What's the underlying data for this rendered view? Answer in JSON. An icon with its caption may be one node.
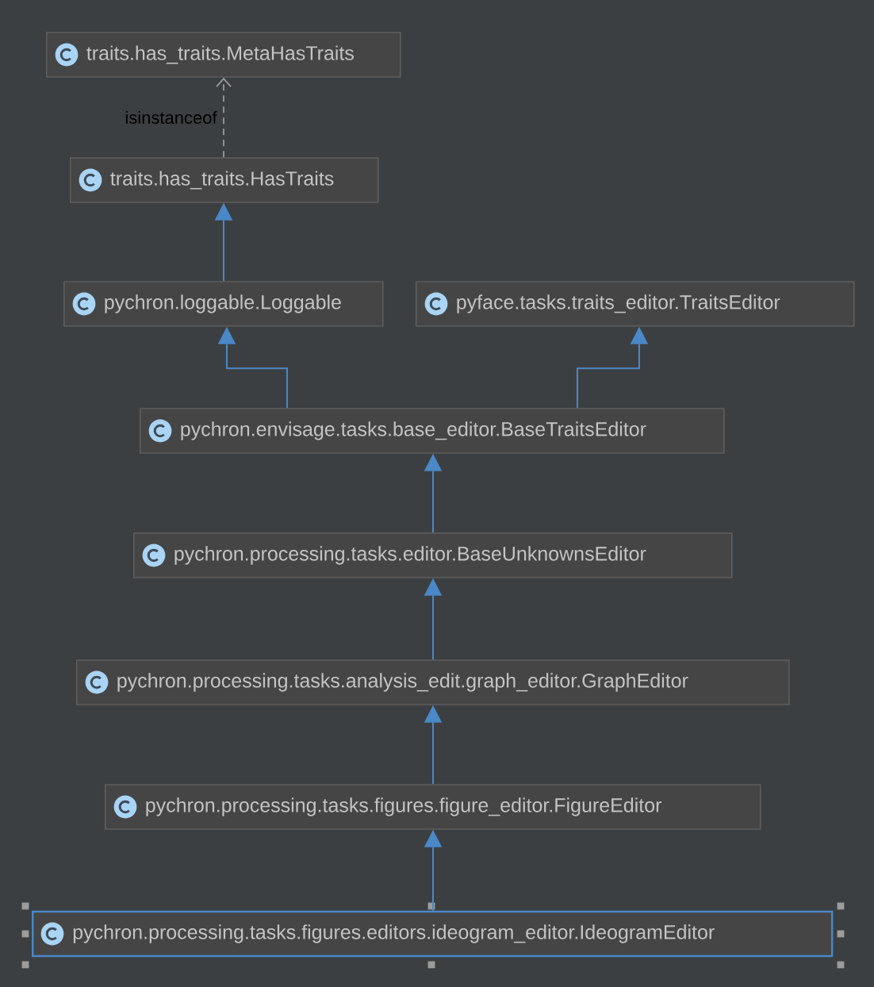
{
  "diagram": {
    "nodes": [
      {
        "text": [
          "traits.has_traits.MetaHasTraits"
        ]
      },
      {
        "text": [
          "traits.has_traits.HasTraits"
        ]
      },
      {
        "text": [
          "pychron.loggable.Loggable"
        ]
      },
      {
        "text": [
          "pyface.tasks.traits_editor.TraitsEditor"
        ]
      },
      {
        "text": [
          "pychron.envisage.tasks.base_editor.BaseTraitsEditor"
        ]
      },
      {
        "text": [
          "pychron.processing.tasks.editor.BaseUnknownsEditor"
        ]
      },
      {
        "text": [
          "pychron.processing.tasks.analysis_edit.graph_editor.GraphEditor"
        ]
      },
      {
        "text": [
          "pychron.processing.tasks.figures.figure_editor.FigureEditor"
        ]
      },
      {
        "text": [
          "pychron.processing.tasks.figures.editors.ideogram_editor.IdeogramEditor"
        ]
      }
    ],
    "edges": [
      {
        "from": 1,
        "to": 0,
        "arrow": "to",
        "label": "isinstanceof",
        "style": "dashed",
        "color": "#9a9a9a"
      },
      {
        "from": 2,
        "to": 1,
        "arrow": "to"
      },
      {
        "from": 4,
        "to": 2,
        "arrow": "to"
      },
      {
        "from": 4,
        "to": 3,
        "arrow": "to"
      },
      {
        "from": 5,
        "to": 4,
        "arrow": "to"
      },
      {
        "from": 6,
        "to": 5,
        "arrow": "to"
      },
      {
        "from": 7,
        "to": 6,
        "arrow": "to"
      },
      {
        "from": 8,
        "to": 7,
        "arrow": "to"
      }
    ]
  }
}
